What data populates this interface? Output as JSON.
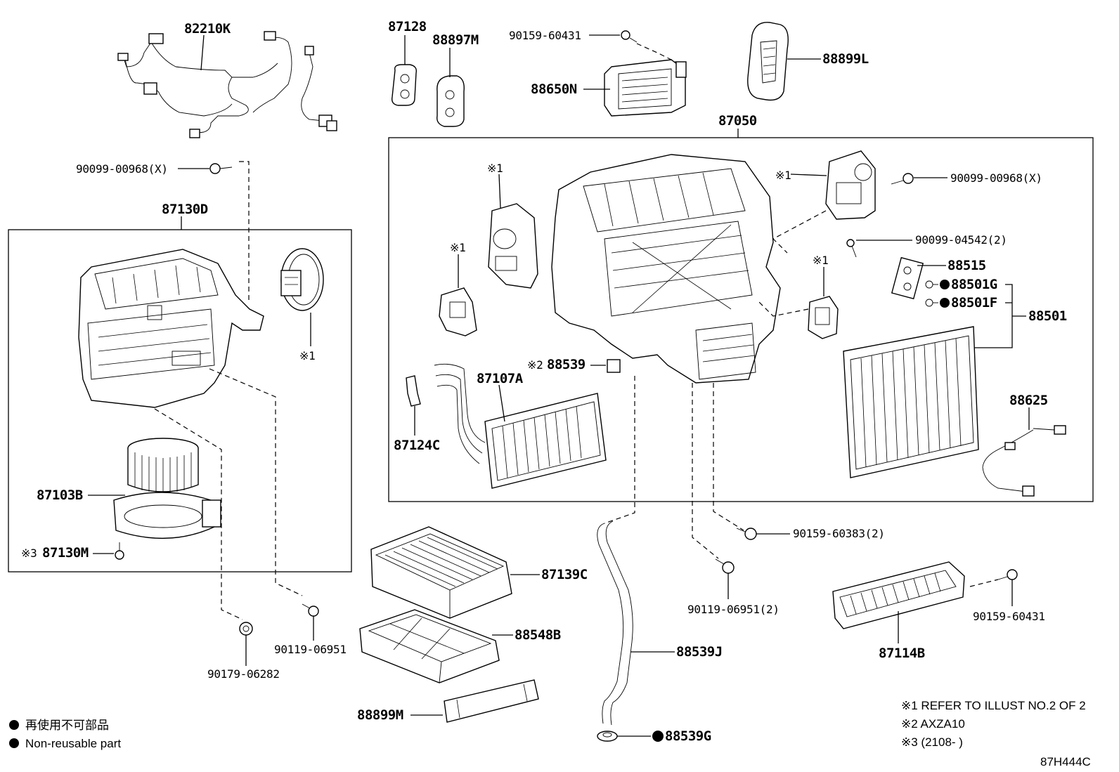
{
  "labels": {
    "p82210K": "82210K",
    "p87128": "87128",
    "p88897M": "88897M",
    "p90159_60431_top": "90159-60431",
    "p88650N": "88650N",
    "p88899L": "88899L",
    "p87050": "87050",
    "p90099_00968_left": "90099-00968(X)",
    "p87130D": "87130D",
    "ref1_blower": "※1",
    "p87103B": "87103B",
    "p87130M": "87130M",
    "ref3_mark": "※3",
    "p90179_06282": "90179-06282",
    "p90119_06951_left": "90119-06951",
    "ref1_a": "※1",
    "ref1_b": "※1",
    "ref1_c": "※1",
    "ref1_d": "※1",
    "ref2_mark": "※2",
    "p88539": "88539",
    "p87107A": "87107A",
    "p87124C": "87124C",
    "p90099_00968_right": "90099-00968(X)",
    "p90099_04542": "90099-04542(2)",
    "p88515": "88515",
    "p88501G": "88501G",
    "p88501F": "88501F",
    "p88501": "88501",
    "p88625": "88625",
    "p90159_60383": "90159-60383(2)",
    "p87139C": "87139C",
    "p88548B": "88548B",
    "p88539J": "88539J",
    "p90119_06951_right": "90119-06951(2)",
    "p90159_60431_right": "90159-60431",
    "p87114B": "87114B",
    "p88899M": "88899M",
    "p88539G": "88539G"
  },
  "notes": {
    "ref1": "※1 REFER TO ILLUST NO.2 OF 2",
    "ref2": "※2  AXZA10",
    "ref3": "※3 (2108-        )"
  },
  "legend": {
    "jp": "再使用不可部品",
    "en": "Non-reusable part"
  },
  "figure_code": "87H444C"
}
